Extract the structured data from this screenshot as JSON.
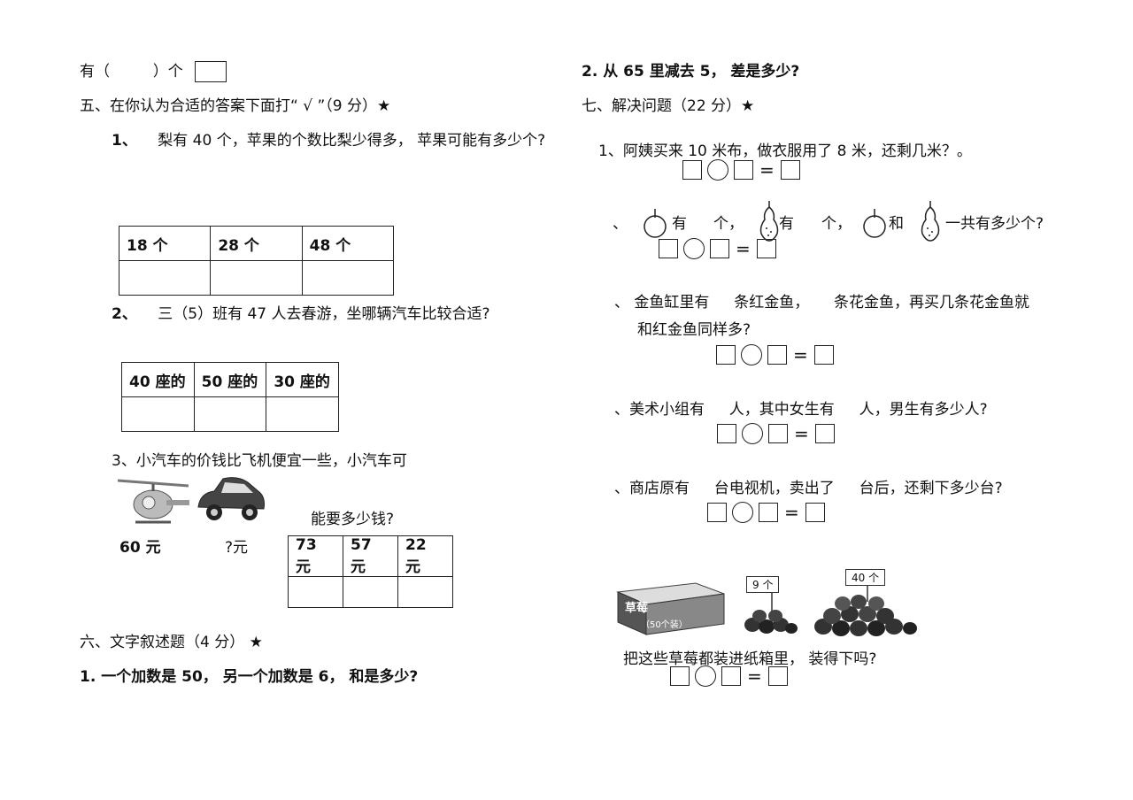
{
  "left": {
    "top_line": {
      "prefix": "有（",
      "suffix": "）个"
    },
    "sec5": {
      "title": "五、在你认为合适的答案下面打“ √ ”（9 分）★"
    },
    "q1": {
      "num": "1、",
      "text": "梨有 40 个，苹果的个数比梨少得多， 苹果可能有多少个?"
    },
    "q1_options": [
      "18 个",
      "28 个",
      "48 个"
    ],
    "q2": {
      "num": "2、",
      "text": "三（5）班有 47 人去春游，坐哪辆汽车比较合适?"
    },
    "q2_options": [
      "40 座的",
      "50 座的",
      "30 座的"
    ],
    "q3": {
      "text": "3、小汽车的价钱比飞机便宜一些，小汽车可",
      "cont": "能要多少钱?",
      "plane_price": "60 元",
      "car_price": "?元"
    },
    "q3_options": [
      "73 元",
      "57 元",
      "22 元"
    ],
    "sec6": {
      "title": "六、文字叙述题（4 分） ★"
    },
    "q6_1": "1. 一个加数是 50， 另一个加数是 6， 和是多少?"
  },
  "right": {
    "q6_2": "2. 从 65 里减去 5， 差是多少?",
    "sec7": {
      "title": "七、解决问题（22 分）★"
    },
    "p1": "1、阿姨买来 10 米布，做衣服用了 8 米，还剩几米？。",
    "p2": {
      "lead": "、",
      "a": "有",
      "b": "个，",
      "c": "有",
      "d": "个，",
      "e": "和",
      "f": "一共有多少个?"
    },
    "p3": {
      "line1": "、 金鱼缸里有 　 条红金鱼， 　 条花金鱼，再买几条花金鱼就",
      "line2": "和红金鱼同样多?"
    },
    "p4": "、美术小组有 　 人，其中女生有 　 人，男生有多少人?",
    "p5": "、商店原有 　 台电视机，卖出了 　 台后，还剩下多少台?",
    "p6": {
      "box_label": "草莓",
      "box_sub": "（50个装）",
      "sign1": "9 个",
      "sign2": "40 个",
      "question": "把这些草莓都装进纸箱里， 装得下吗?"
    }
  },
  "symbols": {
    "eq": "="
  }
}
